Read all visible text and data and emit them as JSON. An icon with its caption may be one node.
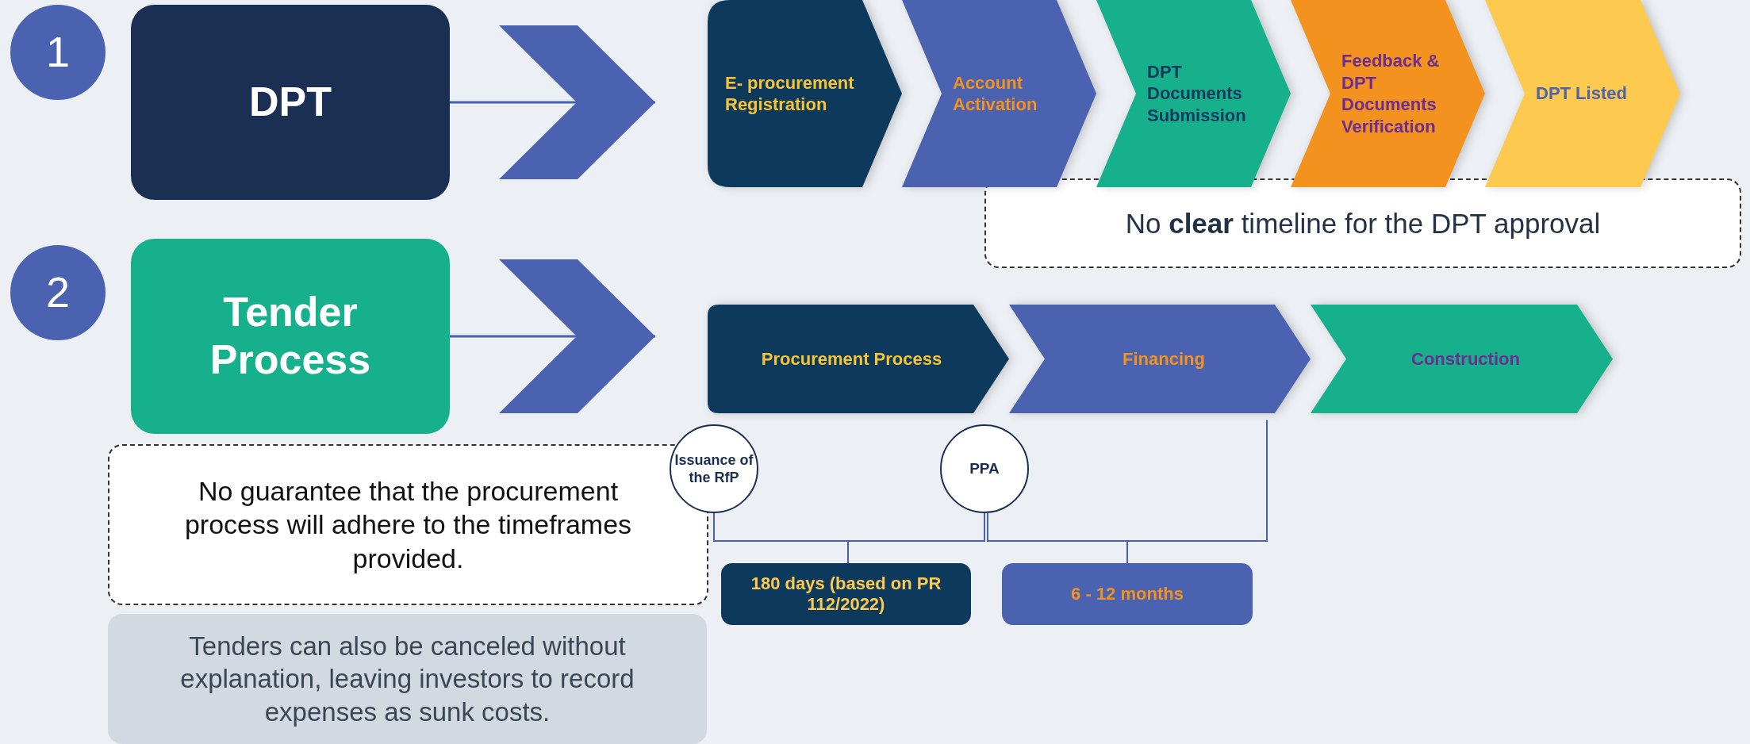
{
  "diagram": {
    "nodes": [
      {
        "text": [
          "1"
        ]
      },
      {
        "text": [
          "DPT"
        ]
      },
      {
        "text": [
          "E- procurement Registration"
        ]
      },
      {
        "text": [
          "Account Activation"
        ]
      },
      {
        "text": [
          "DPT Documents Submission"
        ]
      },
      {
        "text": [
          "Feedback & DPT Documents Verification"
        ]
      },
      {
        "text": [
          "DPT Listed"
        ]
      },
      {
        "text": [
          "No **clear** timeline for the DPT approval"
        ]
      },
      {
        "text": [
          "2"
        ]
      },
      {
        "text": [
          "Tender Process"
        ]
      },
      {
        "text": [
          "Procurement Process"
        ]
      },
      {
        "text": [
          "Financing"
        ]
      },
      {
        "text": [
          "Construction"
        ]
      },
      {
        "text": [
          "Issuance of the RfP"
        ]
      },
      {
        "text": [
          "PPA"
        ]
      },
      {
        "text": [
          "No guarantee that the procurement process will adhere to the timeframes provided."
        ]
      },
      {
        "text": [
          "Tenders can also be canceled without explanation, leaving investors to record expenses as sunk costs."
        ]
      },
      {
        "text": [
          "180 days (based on PR 112/2022)"
        ]
      },
      {
        "text": [
          "6 - 12 months"
        ]
      }
    ],
    "edges": [
      {
        "from": 1,
        "to": 2,
        "arrow": "to"
      },
      {
        "from": 9,
        "to": 10,
        "arrow": "to"
      }
    ]
  }
}
